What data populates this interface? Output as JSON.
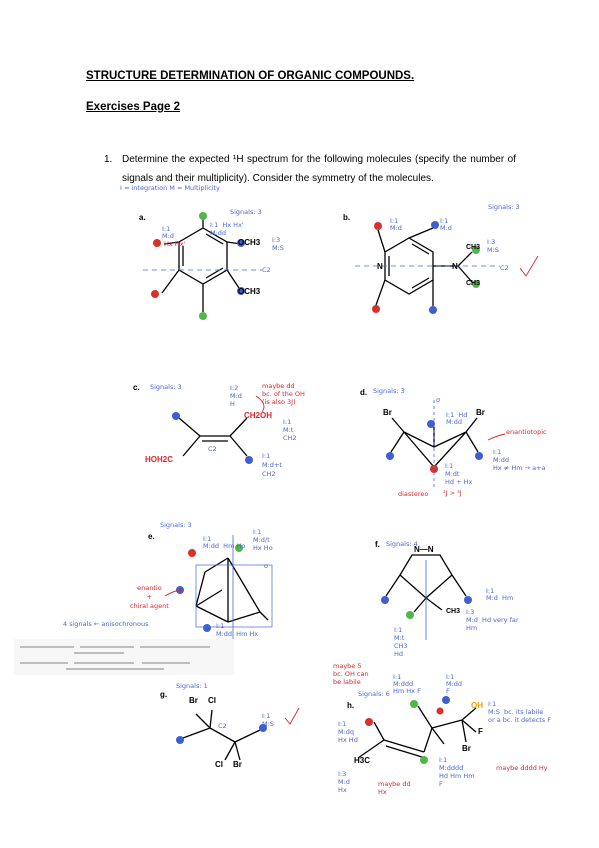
{
  "header": {
    "title": "STRUCTURE DETERMINATION OF ORGANIC COMPOUNDS.",
    "subtitle": "Exercises Page 2"
  },
  "question": {
    "number": "1.",
    "text": "Determine the expected ¹H spectrum for the following molecules (specify the number of signals and their multiplicity). Consider the symmetry of the molecules."
  },
  "legend_note": "I = integration    M = Multiplicity",
  "exercises": {
    "a": {
      "label": "a.",
      "signals": "Signals: 3",
      "sub_ome1": "OCH3",
      "sub_ome2": "OCH3",
      "sym": "C2",
      "note1": "I:1\nM:d",
      "note2": "I:1  Hx Hx'\nM:dd",
      "note3": "I:3\nM:S",
      "hx": "Hx Hx'"
    },
    "b": {
      "label": "b.",
      "signals": "Signals: 3",
      "n_label": "N",
      "n2": "N",
      "me": "CH3",
      "note1": "I:1\nM:d",
      "note2": "I:1\nM:d",
      "note3": "I:3\nM:S",
      "sym": "C2"
    },
    "c": {
      "label": "c.",
      "signals": "Signals: 3",
      "ch2oh": "CH2OH",
      "hoh2c": "HOH2C",
      "c2": "C2",
      "note_red1": "maybe dd\nbc. of the OH\n(is also 3J)",
      "note1": "I:2\nM:d\nH",
      "note2": "I:1\nM:t\nCH2",
      "note3": "I:1\nM:d+t\nCH2"
    },
    "d": {
      "label": "d.",
      "signals": "Signals: 3",
      "br1": "Br",
      "br2": "Br",
      "sigma": "σ",
      "enantio": "enantiotopic",
      "diastereo": "diastereo",
      "note1": "I:1  Hd\nM:dd",
      "note2": "I:1\nM:dd\nHx ≠ Hm → a+a",
      "note3": "I:1\nM:dt\nHd + Hx",
      "note_j": "²J > ³J"
    },
    "e": {
      "label": "e.",
      "signals": "Signals: 3",
      "enantio": "enantio\n+\nchiral agent",
      "aniso": "4 signals ← anisochronous",
      "note1": "I:1\nM:dd  Hm Ho",
      "note2": "I:1\nM:d/t\nHx Ho",
      "note3": "I:1\nM:dd  Hm Hx",
      "sigma": "σ"
    },
    "f": {
      "label": "f.",
      "signals": "Signals: 4",
      "nn": "N—N",
      "ch3": "CH3",
      "note1": "I:1\nM:d  Hm",
      "note2": "I:3\nM:d  Hd very far\nHm",
      "note3": "I:1\nM:t\nCH3\nHd"
    },
    "g": {
      "label": "g.",
      "signals": "Signals: 1",
      "br1": "Br",
      "cl1": "Cl",
      "cl2": "Cl",
      "br2": "Br",
      "c2": "C2",
      "note1": "I:1\nM:S"
    },
    "h": {
      "label": "h.",
      "signals": "Signals: 6",
      "note_top": "maybe 5\nbc. OH can\nbe labile",
      "oh": "OH",
      "f": "F",
      "br": "Br",
      "h3c": "H3C",
      "note1": "I:1\nM:ddd\nHm Hx F",
      "note2": "I:1\nM:dd\nF",
      "note3": "I:1\nM:S  bc. its labile\nor a bc. it detects F",
      "note4": "I:1\nM:dq\nHx Hd",
      "note5": "I:1\nM:dddd\nHd Hm Hm\nF",
      "note6": "I:3\nM:d\nHx",
      "note_red": "maybe dd\nHx",
      "note_red2": "maybe dddd\nHy"
    }
  },
  "colors": {
    "blue_ink": "#4a66d6",
    "red_ink": "#d8262b",
    "green_h": "#4db849",
    "blue_h": "#3f5fd0",
    "red_h": "#d9302a"
  }
}
